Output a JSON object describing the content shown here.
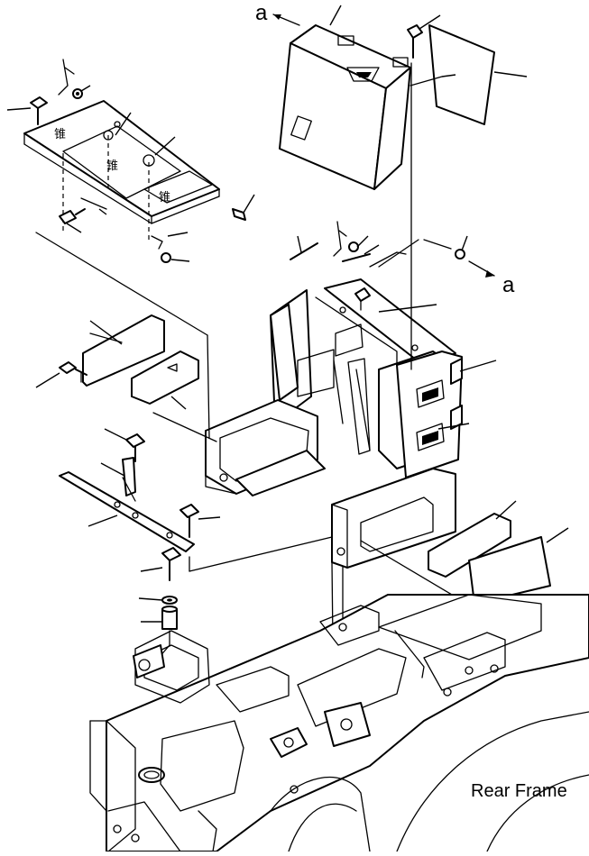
{
  "diagram": {
    "caption": "Rear Frame",
    "callouts": [
      "a",
      "a"
    ]
  }
}
